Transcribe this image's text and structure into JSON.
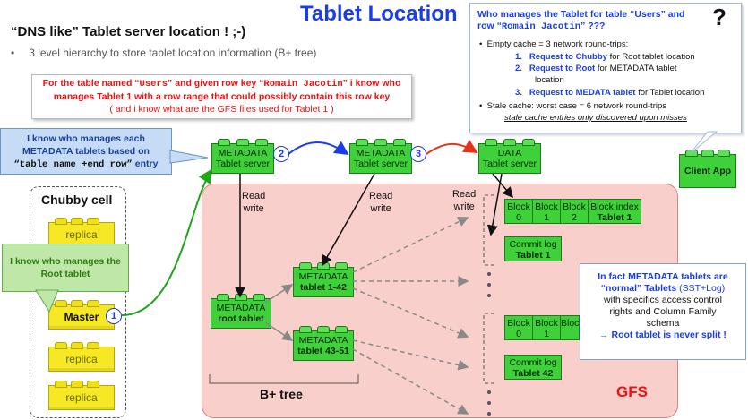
{
  "title": "Tablet Location",
  "subtitle": "“DNS like” Tablet server location ! ;-)",
  "bullet": "3 level hierarchy to store tablet location information (B+ tree)",
  "red_note": {
    "line1_a": "For the table named “",
    "line1_table": "Users",
    "line1_b": "” and given row key “",
    "line1_key": "Romain Jacotin",
    "line1_c": "” i know who",
    "line2": "manages Tablet 1 with a row range that could possibly contain this row key",
    "line3": "( and i know what are the GFS files used for Tablet 1 )"
  },
  "blue_callout": {
    "line1": "I know who manages each",
    "line2": "METADATA tablets based on",
    "line3": "“table name +end row”",
    "line3_b": " entry"
  },
  "green_callout": {
    "line1": "I know who manages the",
    "line2": "Root tablet"
  },
  "chubby": {
    "label": "Chubby cell",
    "replica": "replica",
    "master": "Master"
  },
  "numbers": [
    "1",
    "2",
    "3"
  ],
  "servers": {
    "meta1": [
      "METADATA",
      "Tablet server"
    ],
    "meta2": [
      "METADATA",
      "Tablet server"
    ],
    "data": [
      "DATA",
      "Tablet server"
    ],
    "client": "Client App"
  },
  "read_write": [
    "Read",
    "write"
  ],
  "tablets": {
    "root": [
      "METADATA",
      "root tablet"
    ],
    "t1": [
      "METADATA",
      "tablet 1-42"
    ],
    "t2": [
      "METADATA",
      "tablet 43-51"
    ]
  },
  "blocks": {
    "block": "Block",
    "index": "Block index",
    "tablet1": "Tablet 1",
    "commit": "Commit log",
    "tablet42": "Tablet 42",
    "n0": "0",
    "n1": "1",
    "n2": "2"
  },
  "btree_label": "B+ tree",
  "gfs_label": "GFS",
  "question": {
    "head1": "Who manages the Tablet for table “Users” and",
    "head2_a": "row “",
    "head2_key": "Romain Jacotin",
    "head2_b": "” ???",
    "empty": "Empty cache = 3 network round-trips:",
    "r1_n": "1.",
    "r1_b": "Request to Chubby",
    "r1_t": " for Root tablet location",
    "r2_n": "2.",
    "r2_b": "Request to Root",
    "r2_t": " for METADATA tablet",
    "r2_t2": "location",
    "r3_n": "3.",
    "r3_b": "Request to MEDATA tablet",
    "r3_t": " for Tablet location",
    "stale": "Stale cache: worst case = 6 network round-trips",
    "stale2": "stale cache entries only discovered upon misses",
    "mark": "?"
  },
  "info": {
    "l1": "In fact METADATA tablets are",
    "l2_a": "“normal” Tablets",
    "l2_b": " (SST+Log)",
    "l3": "with  specifics access control",
    "l4": "rights and Column Family",
    "l5": "schema",
    "l6": "→ Root tablet is never split !"
  },
  "colors": {
    "title_blue": "#1a3ee6",
    "brick_green": "#3fd13a",
    "replica_yellow": "#f7e826",
    "gfs_pink": "#f9cfcc",
    "red_text": "#e11111"
  }
}
